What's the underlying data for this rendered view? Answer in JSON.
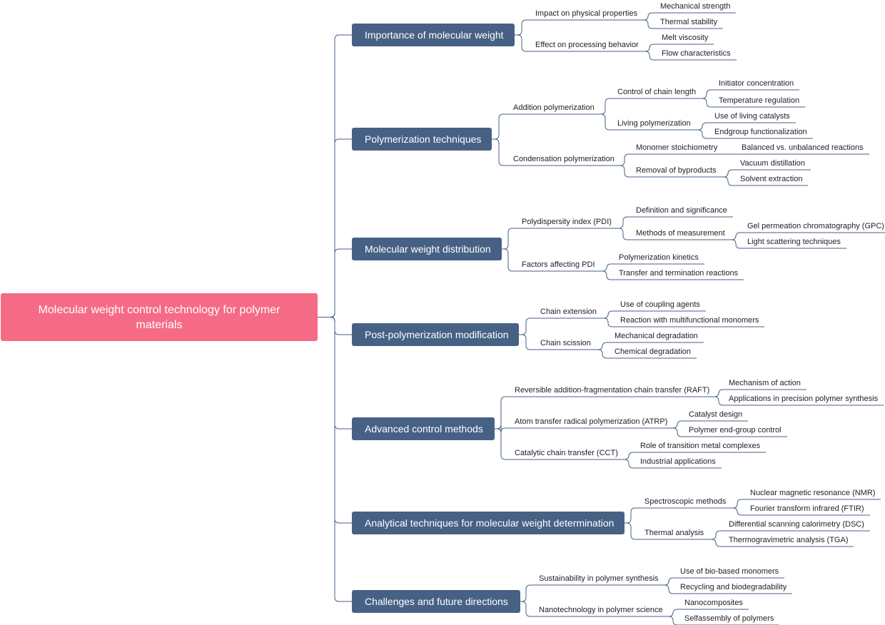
{
  "root": {
    "label": "Molecular weight control technology for polymer materials"
  },
  "branches": [
    {
      "label": "Importance of molecular weight",
      "children": [
        {
          "label": "Impact on physical properties",
          "children": [
            "Mechanical strength",
            "Thermal stability"
          ]
        },
        {
          "label": "Effect on processing behavior",
          "children": [
            "Melt viscosity",
            "Flow characteristics"
          ]
        }
      ]
    },
    {
      "label": "Polymerization techniques",
      "children": [
        {
          "label": "Addition polymerization",
          "children": [
            {
              "label": "Control of chain length",
              "children": [
                "Initiator concentration",
                "Temperature regulation"
              ]
            },
            {
              "label": "Living polymerization",
              "children": [
                "Use of living catalysts",
                "Endgroup functionalization"
              ]
            }
          ]
        },
        {
          "label": "Condensation polymerization",
          "children": [
            {
              "label": "Monomer stoichiometry",
              "children": [
                "Balanced vs. unbalanced reactions"
              ]
            },
            {
              "label": "Removal of byproducts",
              "children": [
                "Vacuum distillation",
                "Solvent extraction"
              ]
            }
          ]
        }
      ]
    },
    {
      "label": "Molecular weight distribution",
      "children": [
        {
          "label": "Polydispersity index (PDI)",
          "children": [
            {
              "label": "Definition and significance",
              "children": []
            },
            {
              "label": "Methods of measurement",
              "children": [
                "Gel permeation chromatography (GPC)",
                "Light scattering techniques"
              ]
            }
          ]
        },
        {
          "label": "Factors affecting PDI",
          "children": [
            "Polymerization kinetics",
            "Transfer and termination reactions"
          ]
        }
      ]
    },
    {
      "label": "Post-polymerization modification",
      "children": [
        {
          "label": "Chain extension",
          "children": [
            "Use of coupling agents",
            "Reaction with multifunctional monomers"
          ]
        },
        {
          "label": "Chain scission",
          "children": [
            "Mechanical degradation",
            "Chemical degradation"
          ]
        }
      ]
    },
    {
      "label": "Advanced control methods",
      "children": [
        {
          "label": "Reversible addition-fragmentation chain transfer (RAFT)",
          "children": [
            "Mechanism of action",
            "Applications in precision polymer synthesis"
          ]
        },
        {
          "label": "Atom transfer radical polymerization (ATRP)",
          "children": [
            "Catalyst design",
            "Polymer end-group control"
          ]
        },
        {
          "label": "Catalytic chain transfer (CCT)",
          "children": [
            "Role of transition metal complexes",
            "Industrial applications"
          ]
        }
      ]
    },
    {
      "label": "Analytical techniques for molecular weight determination",
      "children": [
        {
          "label": "Spectroscopic methods",
          "children": [
            "Nuclear magnetic resonance (NMR)",
            "Fourier transform infrared (FTIR)"
          ]
        },
        {
          "label": "Thermal analysis",
          "children": [
            "Differential scanning calorimetry (DSC)",
            "Thermogravimetric analysis (TGA)"
          ]
        }
      ]
    },
    {
      "label": "Challenges and future directions",
      "children": [
        {
          "label": "Sustainability in polymer synthesis",
          "children": [
            "Use of bio-based monomers",
            "Recycling and biodegradability"
          ]
        },
        {
          "label": "Nanotechnology in polymer science",
          "children": [
            "Nanocomposites",
            "Selfassembly of polymers"
          ]
        }
      ]
    }
  ],
  "colors": {
    "root_fill": "#f56b85",
    "branch_fill": "#466184",
    "connector": "#466184",
    "text": "#222222"
  }
}
